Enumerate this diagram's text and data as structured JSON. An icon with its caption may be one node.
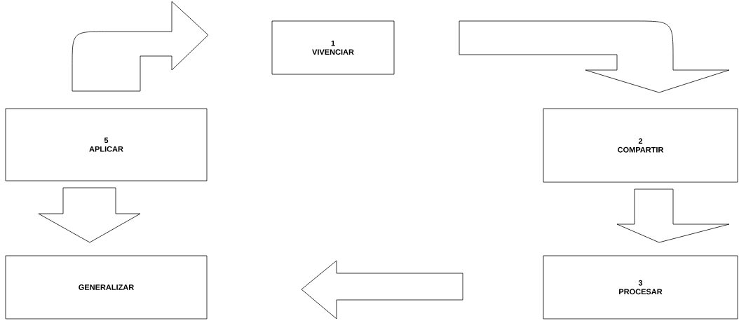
{
  "diagram": {
    "nodes": [
      {
        "text": [
          "1",
          "VIVENCIAR"
        ]
      },
      {
        "text": [
          "2",
          "COMPARTIR"
        ]
      },
      {
        "text": [
          "3",
          "PROCESAR"
        ]
      },
      {
        "text": [
          "GENERALIZAR"
        ]
      },
      {
        "text": [
          "5",
          "APLICAR"
        ]
      }
    ],
    "edges": [
      {
        "from": 0,
        "to": 1,
        "arrow": "to"
      },
      {
        "from": 1,
        "to": 2,
        "arrow": "to"
      },
      {
        "from": 2,
        "to": 3,
        "arrow": "to"
      },
      {
        "from": 4,
        "to": 3,
        "arrow": "to"
      },
      {
        "from": 4,
        "to": 0,
        "arrow": "to"
      }
    ]
  }
}
